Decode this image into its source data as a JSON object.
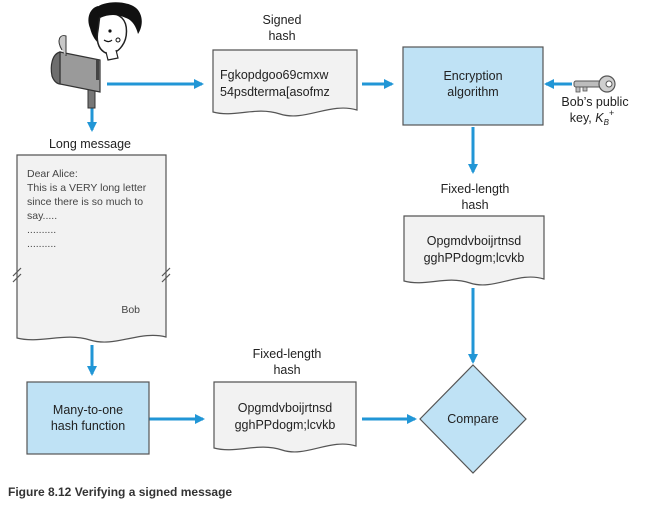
{
  "caption": "Figure 8.12 Verifying a signed message",
  "labels": {
    "signed_hash": [
      "Signed",
      "hash"
    ],
    "long_message": "Long message",
    "fixed_hash_top": [
      "Fixed-length",
      "hash"
    ],
    "fixed_hash_bottom": [
      "Fixed-length",
      "hash"
    ],
    "bobs_key": [
      "Bob’s public",
      "key, "
    ],
    "key_symbol": "K",
    "key_sub": "B",
    "key_sup": "+"
  },
  "documents": {
    "signed_hash_value": [
      "Fgkopdgoo69cmxw",
      "54psdterma[asofmz"
    ],
    "decrypted_hash_value": [
      "Opgmdvboijrtnsd",
      "gghPPdogm;lcvkb"
    ],
    "computed_hash_value": [
      "Opgmdvboijrtnsd",
      "gghPPdogm;lcvkb"
    ]
  },
  "letter": {
    "lines": [
      "Dear Alice:",
      "This is a VERY long letter",
      "since there is so much to",
      "say.....",
      "..........",
      ".........."
    ],
    "signature": "Bob"
  },
  "boxes": {
    "encryption": [
      "Encryption",
      "algorithm"
    ],
    "hash_function": [
      "Many-to-one",
      "hash function"
    ],
    "compare": "Compare"
  },
  "colors": {
    "arrow": "#2196d6",
    "box_fill": "#bfe2f5",
    "doc_fill": "#f2f2f2",
    "outline": "#555555"
  },
  "icons": {
    "person": "woman-face-icon",
    "mailbox": "mailbox-icon",
    "key": "key-icon"
  }
}
